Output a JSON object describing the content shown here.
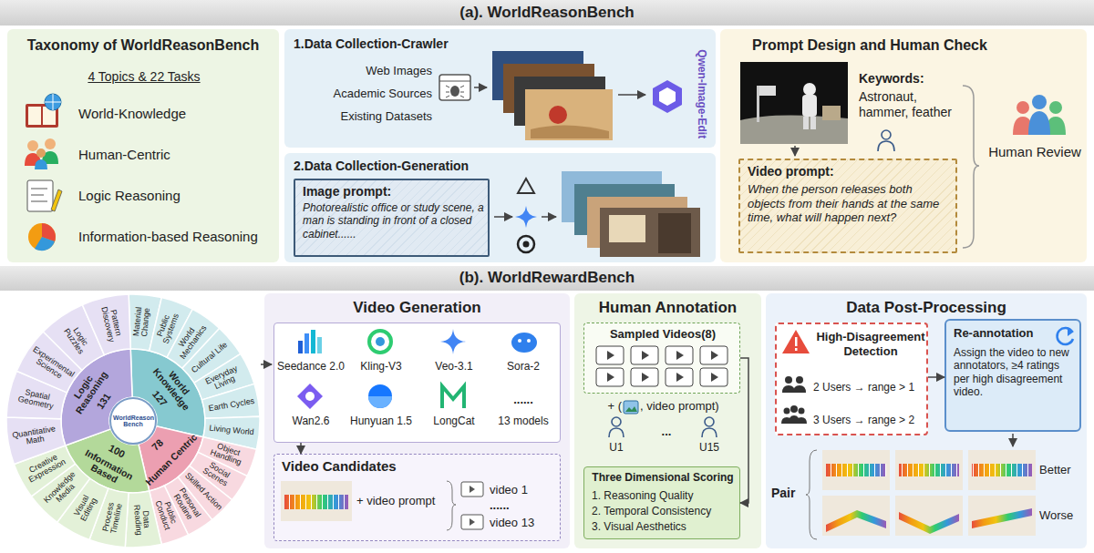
{
  "diagram": {
    "nodes": [
      {
        "text": [
          "(a). WorldReasonBench"
        ]
      },
      {
        "text": [
          "Taxonomy of WorldReasonBench",
          "4 Topics & 22 Tasks",
          "World-Knowledge",
          "Human-Centric",
          "Logic Reasoning",
          "Information-based Reasoning"
        ]
      },
      {
        "text": [
          "1.Data Collection-Crawler",
          "Web Images",
          "Academic Sources",
          "Existing Datasets",
          "Qwen-Image-Edit"
        ]
      },
      {
        "text": [
          "2.Data Collection-Generation"
        ]
      },
      {
        "text": [
          "Image prompt:",
          "Photorealistic office or study scene, a man is standing in front of a closed cabinet......"
        ],
        "in": 3
      },
      {
        "text": [
          "Prompt Design and Human Check",
          "Keywords:",
          "Astronaut, hammer, feather",
          "Human Review"
        ]
      },
      {
        "text": [
          "Video prompt:",
          "When the person releases both objects from their hands at the same time, what will happen next?"
        ],
        "in": 5
      },
      {
        "text": [
          "(b). WorldRewardBench"
        ]
      },
      {
        "text": [
          "Video Generation"
        ]
      },
      {
        "text": [
          "Seedance 2.0",
          "Kling-V3",
          "Veo-3.1",
          "Sora-2",
          "Wan2.6",
          "Hunyuan 1.5",
          "LongCat",
          "......",
          "13 models"
        ],
        "in": 8
      },
      {
        "text": [
          "Video Candidates",
          "+ video prompt",
          "video 1",
          "......",
          "video 13"
        ],
        "in": 8
      },
      {
        "text": [
          "Human Annotation",
          "+ (",
          ", video prompt)",
          "U1",
          "...",
          "U15"
        ]
      },
      {
        "text": [
          "Sampled Videos(8)"
        ],
        "in": 11
      },
      {
        "text": [
          "Three Dimensional Scoring",
          "1. Reasoning Quality",
          "2. Temporal Consistency",
          "3. Visual Aesthetics"
        ],
        "in": 11
      },
      {
        "text": [
          "Data Post-Processing",
          "Pair",
          "Better",
          "Worse"
        ]
      },
      {
        "text": [
          "High-Disagreement Detection",
          "2 Users → range > 1",
          "3 Users → range > 2"
        ],
        "in": 14
      },
      {
        "text": [
          "Re-annotation",
          "Assign the video to new annotators, ≥4 ratings per high disagreement video."
        ],
        "in": 14
      }
    ],
    "edges": [
      {
        "from": 9,
        "to": 10,
        "arrow": "to"
      },
      {
        "from": 12,
        "to": 13,
        "arrow": "to"
      },
      {
        "from": 15,
        "to": 16,
        "arrow": "to"
      }
    ],
    "labels": [
      "WorldReason Bench",
      "World Knowledge",
      "127",
      "Material Change",
      "Public Systems",
      "World Mechanics",
      "Cultural Life",
      "Everyday Living",
      "Earth Cycles",
      "Living World",
      "Human Centric",
      "78",
      "Object Handling",
      "Social Scenes",
      "Skilled Action",
      "Personal Routine",
      "Public Conduct",
      "Information Based",
      "100",
      "Data Reading",
      "Process Timeline",
      "Visual Editing",
      "Knowledge Media",
      "Creative Expression",
      "Logic Reasoning",
      "131",
      "Quantitative Math",
      "Spatial Geometry",
      "Experimental Science",
      "Logic Puzzles",
      "Pattern Discovery"
    ]
  }
}
